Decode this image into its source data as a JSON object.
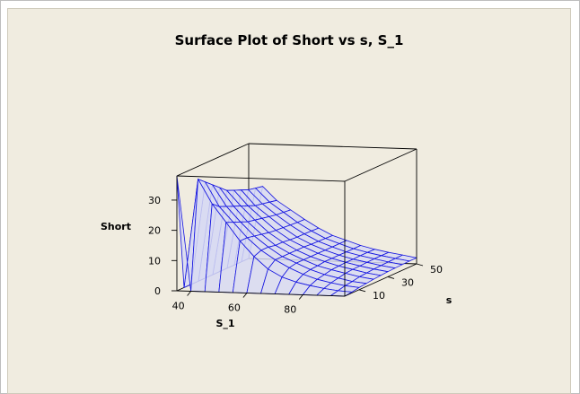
{
  "chart_data": {
    "type": "surface",
    "title": "Surface Plot of Short vs s, S_1",
    "xlabel": "S_1",
    "ylabel": "s",
    "zlabel": "Short",
    "xlim": [
      35,
      95
    ],
    "ylim": [
      0,
      50
    ],
    "zlim": [
      0,
      38
    ],
    "x_ticks": [
      40,
      60,
      80
    ],
    "y_ticks": [
      10,
      30,
      50
    ],
    "z_ticks": [
      0,
      10,
      20,
      30
    ],
    "grid": false,
    "legend": "none",
    "colors": {
      "mesh": "#1515e0",
      "fill": "#d8daf2",
      "panel": "#f0ece0",
      "box": "#000000"
    },
    "x": [
      35,
      40,
      45,
      50,
      55,
      60,
      65,
      70,
      75,
      80,
      85,
      90,
      95
    ],
    "y": [
      0,
      5,
      10,
      15,
      20,
      25,
      30,
      35,
      40,
      45,
      50
    ],
    "z": [
      [
        38,
        0,
        0,
        0,
        0,
        0,
        0,
        0,
        0,
        0,
        0,
        0,
        0
      ],
      [
        0,
        36,
        28,
        22,
        16,
        11,
        7,
        4.5,
        3,
        2,
        1.2,
        0.6,
        0.3
      ],
      [
        0,
        34,
        26,
        21,
        16,
        12,
        9,
        6.5,
        4.5,
        3,
        2,
        1.2,
        0.7
      ],
      [
        0,
        32,
        25,
        20,
        15.5,
        12,
        9,
        7,
        5,
        3.5,
        2.5,
        1.5,
        1
      ],
      [
        0,
        30,
        24,
        19,
        15,
        11.5,
        9,
        7,
        5.2,
        4,
        3,
        2,
        1.3
      ],
      [
        0,
        28,
        23,
        18.5,
        14.5,
        11.5,
        9,
        7,
        5.5,
        4.2,
        3.2,
        2.2,
        1.5
      ],
      [
        0,
        27,
        22,
        18,
        14.2,
        11.2,
        9,
        7,
        5.5,
        4.3,
        3.3,
        2.4,
        1.7
      ],
      [
        0,
        26,
        21,
        17.5,
        14,
        11,
        8.8,
        7,
        5.5,
        4.3,
        3.4,
        2.5,
        1.8
      ],
      [
        0,
        25,
        20.5,
        17,
        13.8,
        11,
        8.7,
        7,
        5.5,
        4.4,
        3.5,
        2.6,
        1.9
      ],
      [
        0,
        24.5,
        20,
        16.8,
        13.6,
        10.9,
        8.6,
        7,
        5.5,
        4.4,
        3.5,
        2.7,
        2
      ],
      [
        0,
        24,
        19.5,
        16.5,
        13.5,
        10.8,
        8.5,
        7,
        5.5,
        4.4,
        3.5,
        2.8,
        2
      ]
    ]
  }
}
